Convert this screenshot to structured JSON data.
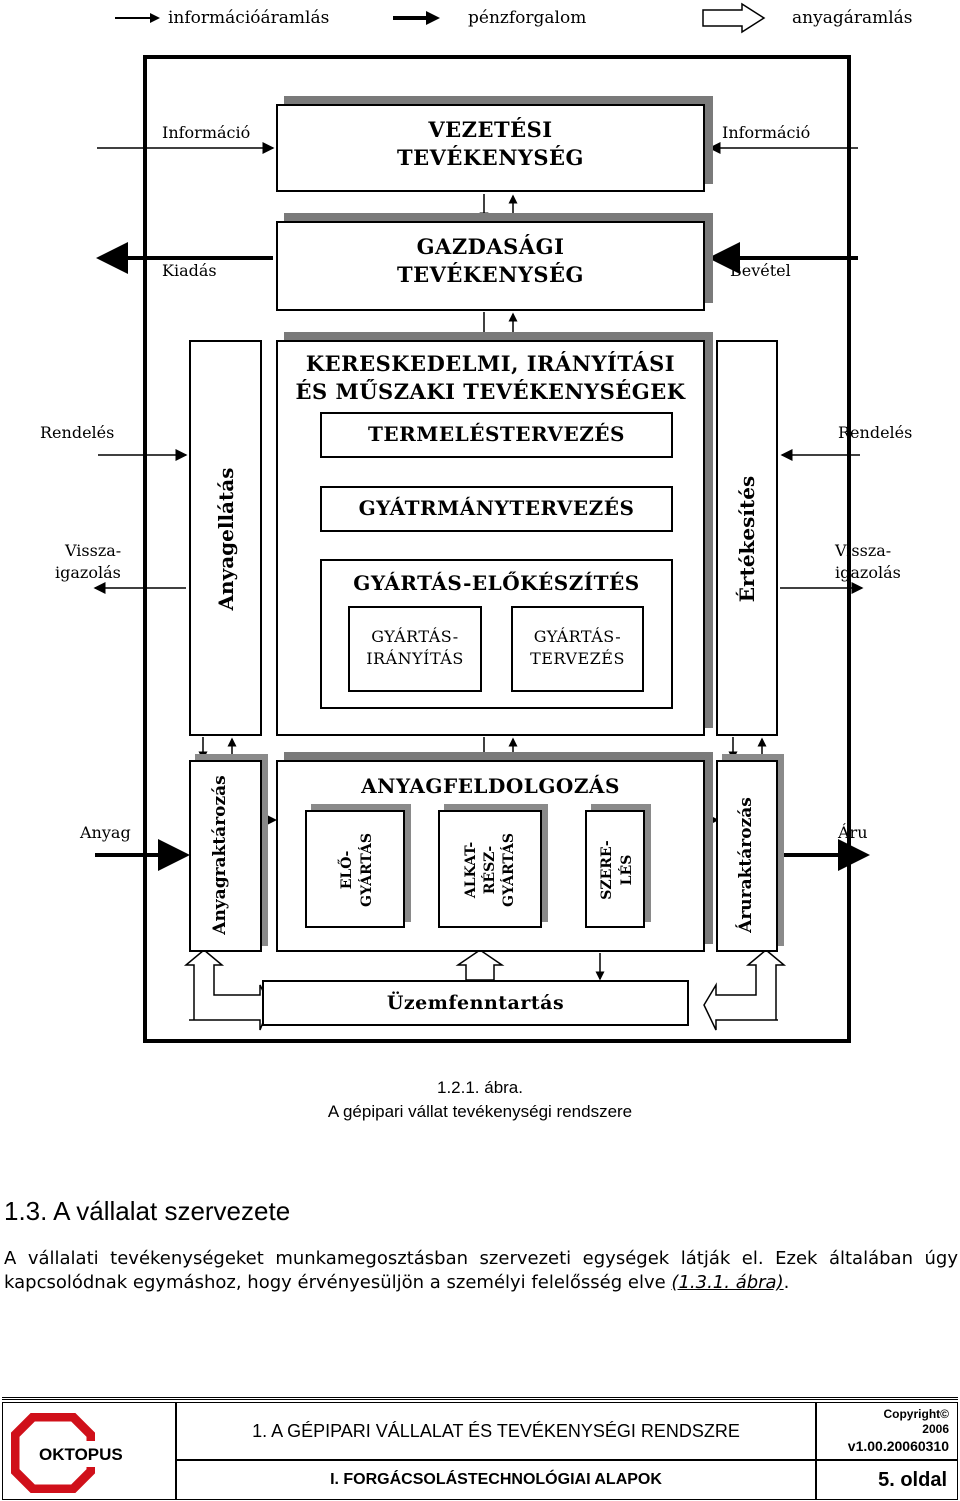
{
  "legend": {
    "info_flow": "információáramlás",
    "money_flow": "pénzforgalom",
    "material_flow": "anyagáramlás"
  },
  "diagram": {
    "vezetesi": [
      "VEZETÉSI",
      "TEVÉKENYSÉG"
    ],
    "gazdasagi": [
      "GAZDASÁGI",
      "TEVÉKENYSÉG"
    ],
    "kereskedelmi": [
      "KERESKEDELMI, IRÁNYÍTÁSI",
      "ÉS MŰSZAKI TEVÉKENYSÉGEK"
    ],
    "termelestervezes": "TERMELÉSTERVEZÉS",
    "gyartmanytervezes": "GYÁTRMÁNYTERVEZÉS",
    "gyartas_elokeszites": "GYÁRTÁS-ELŐKÉSZÍTÉS",
    "gyartas_iranyitas": [
      "GYÁRTÁS-",
      "IRÁNYÍTÁS"
    ],
    "gyartas_tervezes": [
      "GYÁRTÁS-",
      "TERVEZÉS"
    ],
    "anyagfeldolgozas": "ANYAGFELDOLGOZÁS",
    "elogyartas": [
      "ELŐ-",
      "GYÁRTÁS"
    ],
    "alkatresz": [
      "ALKAT-",
      "RÉSZ-",
      "GYÁRTÁS"
    ],
    "szereles": [
      "SZERE-",
      "LÉS"
    ],
    "anyagellatas": "Anyagellátás",
    "ertekesites": "Értékesítés",
    "anyagraktarozas": "Anyagraktározás",
    "aruraktarozas": "Áruraktározás",
    "uzemfenntartas": "Üzemfenntartás",
    "left_labels": {
      "informacio": "Információ",
      "kiadas": "Kiadás",
      "rendeles": "Rendelés",
      "visszaigazolas": [
        "Vissza-",
        "igazolás"
      ],
      "anyag": "Anyag"
    },
    "right_labels": {
      "informacio": "Információ",
      "bevetel": "Bevétel",
      "rendeles": "Rendelés",
      "visszaigazolas": [
        "Vissza-",
        "igazolás"
      ],
      "aru": "Áru"
    }
  },
  "caption": {
    "line1": "1.2.1. ábra.",
    "line2": "A gépipari vállat tevékenységi rendszere"
  },
  "section": {
    "heading": "1.3. A vállalat szervezete",
    "paragraph": "A vállalati tevékenységeket munkamegosztásban szervezeti egységek látják el. Ezek általában úgy kapcsolódnak egymáshoz, hogy érvényesüljön a személyi felelősség elve",
    "ref": "(1.3.1. ábra)",
    "ref_tail": "."
  },
  "footer": {
    "logo_text": "OKTOPUS",
    "chapter": "1. A GÉPIPARI VÁLLALAT ÉS TEVÉKENYSÉGI RENDSZRE",
    "subtitle": "I. FORGÁCSOLÁSTECHNOLÓGIAI ALAPOK",
    "copyright": "Copyright©",
    "year": "2006",
    "version": "v1.00.20060310",
    "page": "5. oldal"
  },
  "colors": {
    "shadow": "#7a7a7a",
    "logo_red": "#d0101a"
  }
}
